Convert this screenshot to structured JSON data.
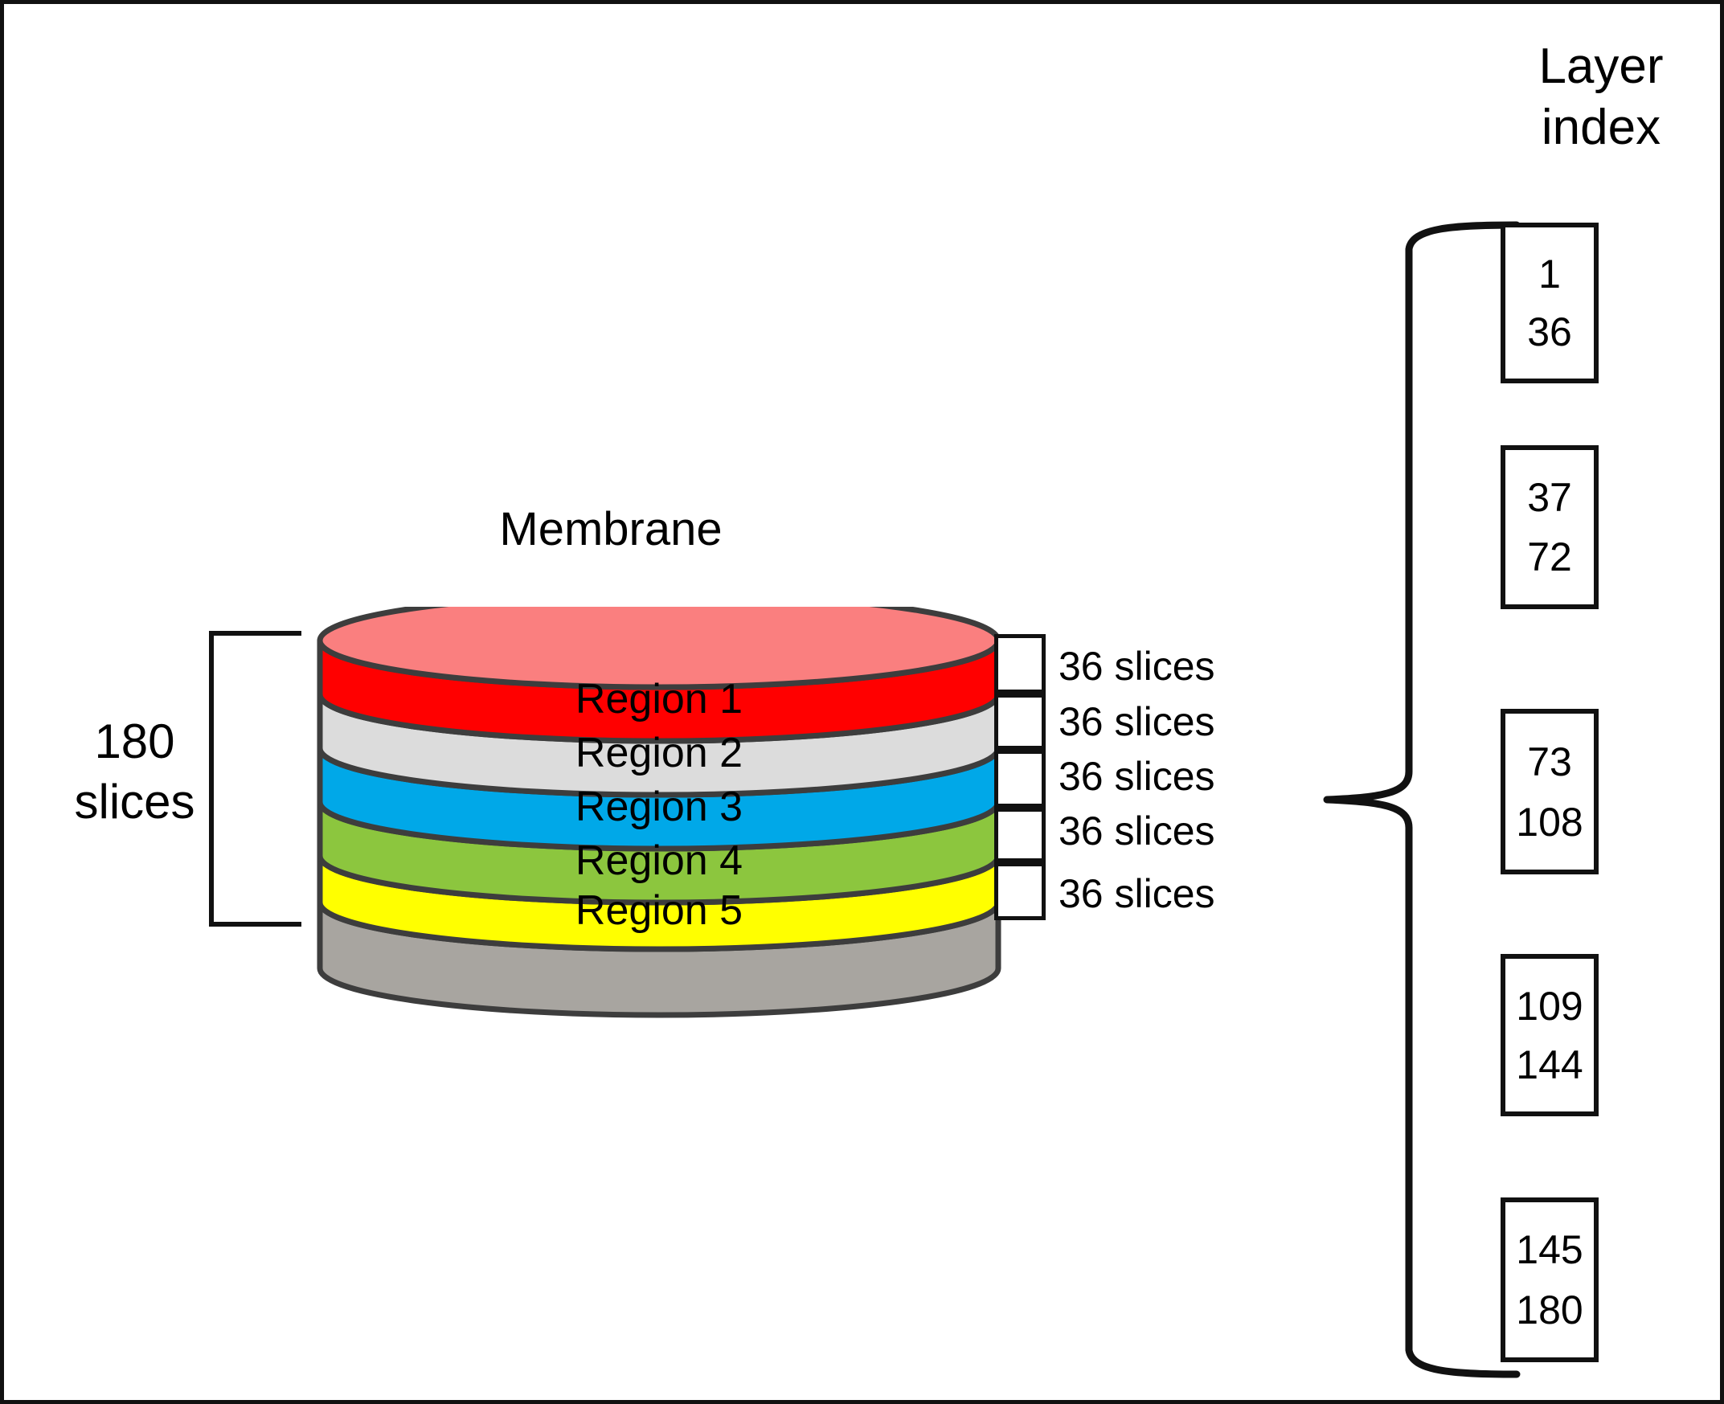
{
  "figure": {
    "membrane_title": "Membrane",
    "layer_index_title": "Layer\nindex",
    "total_slices_label": "180\nslices"
  },
  "cylinder": {
    "regions": [
      {
        "label": "Region 1",
        "color": "#FF0000",
        "text_color": "#000000"
      },
      {
        "label": "Region 2",
        "color": "#DCDCDC",
        "text_color": "#000000"
      },
      {
        "label": "Region 3",
        "color": "#00A8E8",
        "text_color": "#000000"
      },
      {
        "label": "Region 4",
        "color": "#8CC63E",
        "text_color": "#000000"
      },
      {
        "label": "Region 5",
        "color": "#FFFF00",
        "text_color": "#000000"
      }
    ],
    "top_cap_color": "#FA7F7F",
    "base_color": "#A8A5A0",
    "outline_color": "#3D3D3D"
  },
  "slice_callouts": [
    {
      "label": "36 slices"
    },
    {
      "label": "36 slices"
    },
    {
      "label": "36 slices"
    },
    {
      "label": "36 slices"
    },
    {
      "label": "36 slices"
    }
  ],
  "layer_index_boxes": [
    {
      "start": "1",
      "end": "36"
    },
    {
      "start": "37",
      "end": "72"
    },
    {
      "start": "73",
      "end": "108"
    },
    {
      "start": "109",
      "end": "144"
    },
    {
      "start": "145",
      "end": "180"
    }
  ]
}
